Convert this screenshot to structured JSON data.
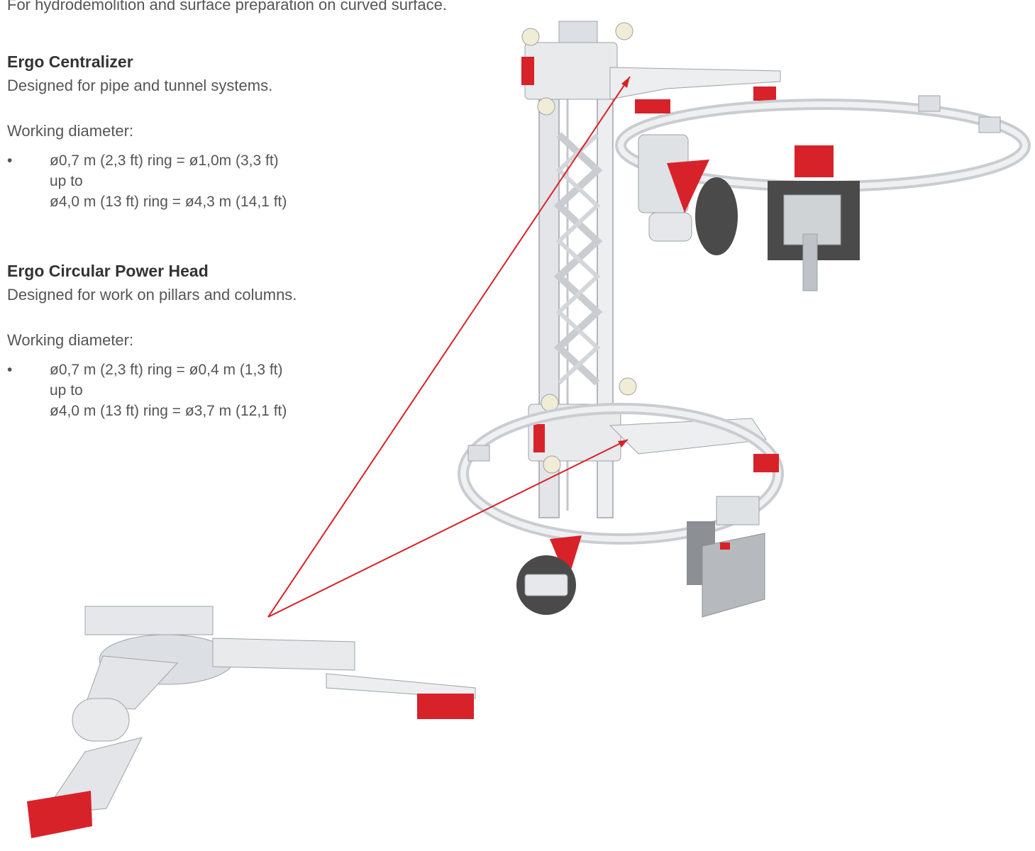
{
  "intro": "For hydrodemolition and surface preparation on curved surface.",
  "sections": [
    {
      "title": "Ergo Centralizer",
      "description": "Designed for pipe and tunnel systems.",
      "diameter_label": "Working diameter:",
      "spec": {
        "bullet": "•",
        "line1": "ø0,7 m (2,3 ft) ring = ø1,0m (3,3 ft)",
        "line2": "up to",
        "line3": "ø4,0 m (13 ft) ring = ø4,3 m (14,1 ft)"
      }
    },
    {
      "title": "Ergo Circular Power Head",
      "description": "Designed for work on pillars and columns.",
      "diameter_label": "Working diameter:",
      "spec": {
        "bullet": "•",
        "line1": "ø0,7 m (2,3 ft) ring = ø0,4 m (1,3 ft)",
        "line2": "up to",
        "line3": "ø4,0 m (13 ft) ring = ø3,7 m (12,1 ft)"
      }
    }
  ],
  "colors": {
    "accent_red": "#d8222a",
    "metal": "#e3e5e8",
    "metal_dark": "#b4b8bd",
    "rubber": "#4a4a4a",
    "body_text": "#555555",
    "heading_text": "#333333"
  },
  "illustrations": [
    "centralizer-tower",
    "centralizer-arm-detail"
  ]
}
